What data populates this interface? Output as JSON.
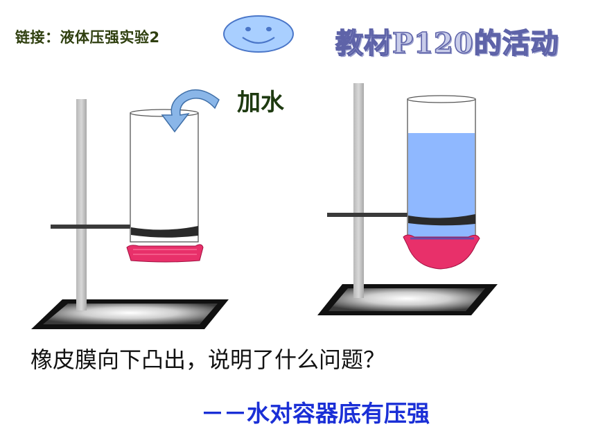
{
  "header": {
    "link_title": "链接：液体压强实验2",
    "book_title": "教材P120的活动"
  },
  "diagram": {
    "add_water_label": "加水"
  },
  "question": "橡皮膜向下凸出，说明了什么问题？",
  "answer": "－－水对容器底有压强",
  "colors": {
    "water": "#8fb8ff",
    "membrane": "#e8306a",
    "arrow": "#8ab6e8",
    "answer": "#1a2fd6"
  },
  "icons": {
    "smiley": "smiley-face-icon",
    "arrow": "curved-arrow-icon"
  }
}
